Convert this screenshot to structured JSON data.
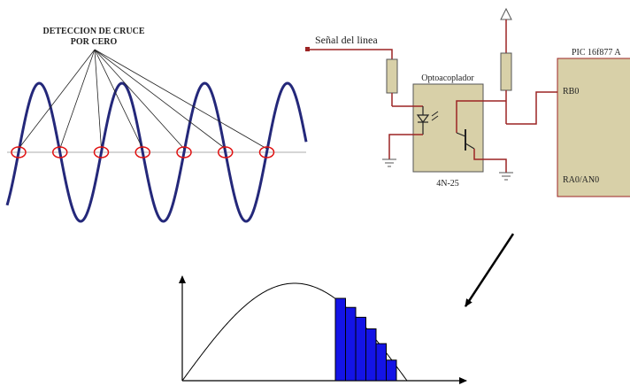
{
  "zero_cross": {
    "title_line1": "DETECCION DE CRUCE",
    "title_line2": "POR CERO"
  },
  "circuit": {
    "input_label": "Señal del linea",
    "opto_title": "Optoacoplador",
    "opto_part": "4N-25",
    "pic_label": "PIC 16f877 A",
    "pin_rb0": "RB0",
    "pin_ra0": "RA0/AN0"
  },
  "colors": {
    "wave": "#24287a",
    "zero_marker": "#e01010",
    "wire": "#9c2424",
    "component_fill": "#d8d0a8",
    "bar_fill": "#1414e6",
    "axis_line": "#c8c8c8"
  },
  "bars": {
    "relative_heights": [
      1.0,
      0.89,
      0.77,
      0.63,
      0.45,
      0.25
    ]
  }
}
